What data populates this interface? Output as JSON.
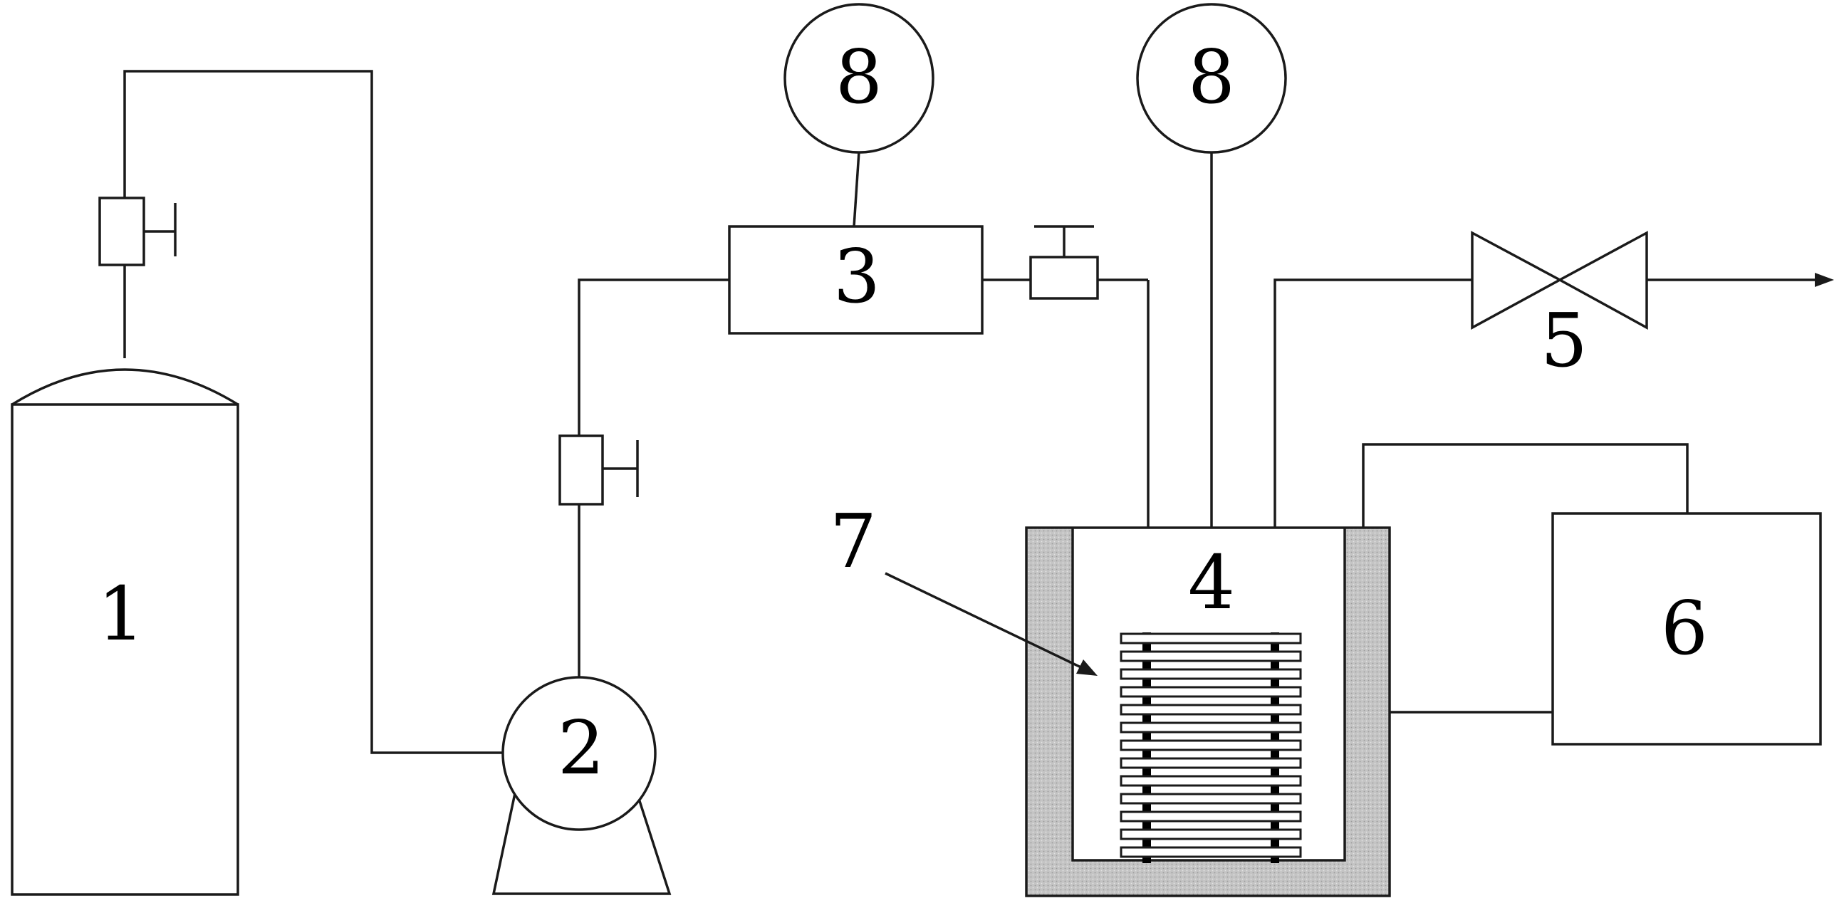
{
  "diagram": {
    "labels": {
      "cylinder": "1",
      "pump": "2",
      "buffer_tank": "3",
      "reactor": "4",
      "valve": "5",
      "controller": "6",
      "sample": "7",
      "gauge_left": "8",
      "gauge_right": "8"
    },
    "colors": {
      "line": "#1a1a1a",
      "insulation": "#c8c8c8",
      "background": "#ffffff"
    }
  }
}
